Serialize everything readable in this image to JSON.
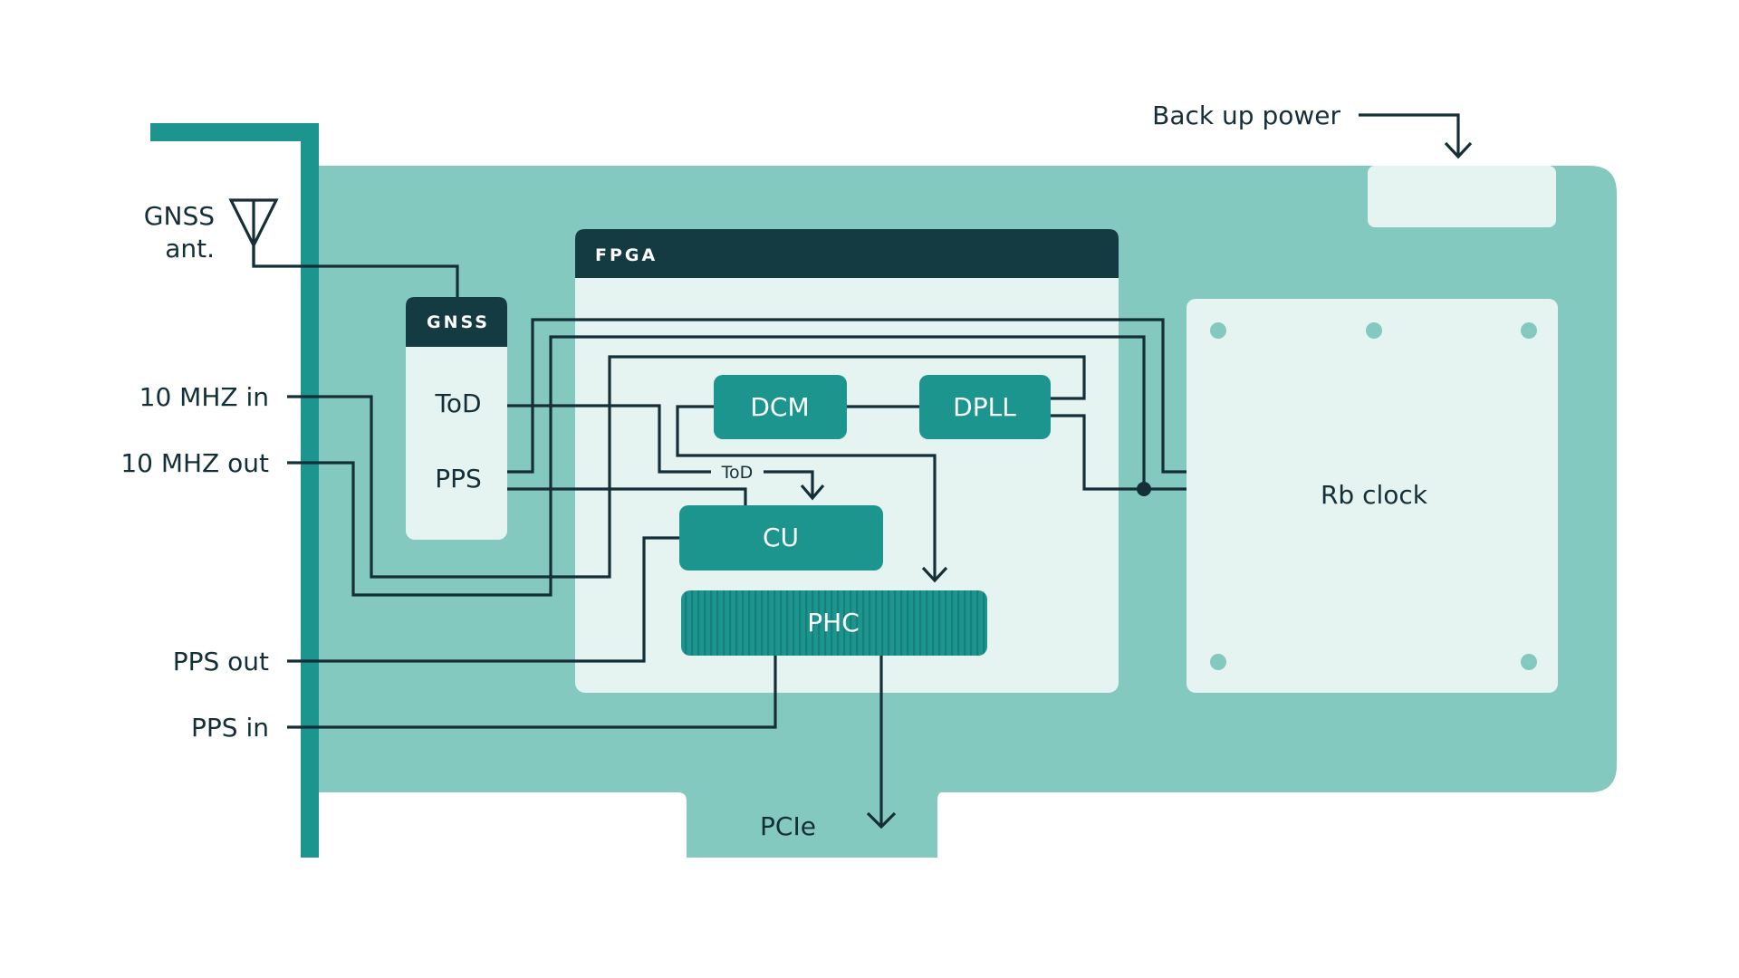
{
  "diagram": {
    "external_labels": {
      "gnss_ant_line1": "GNSS",
      "gnss_ant_line2": "ant.",
      "mhz_in": "10 MHZ in",
      "mhz_out": "10 MHZ out",
      "pps_out": "PPS out",
      "pps_in": "PPS in",
      "backup_power": "Back up power",
      "pcie": "PCIe"
    },
    "gnss_module": {
      "header": "GNSS",
      "tod": "ToD",
      "pps": "PPS"
    },
    "fpga": {
      "header": "FPGA",
      "dcm": "DCM",
      "dpll": "DPLL",
      "cu": "CU",
      "phc": "PHC",
      "tod_wire_label": "ToD"
    },
    "rb_clock": {
      "label": "Rb clock"
    },
    "colors": {
      "board": "#84c9c0",
      "bracket": "#1c958f",
      "panel": "#e6f4f1",
      "header_dark": "#143a42",
      "block": "#1c958f",
      "wire": "#142f37"
    }
  }
}
